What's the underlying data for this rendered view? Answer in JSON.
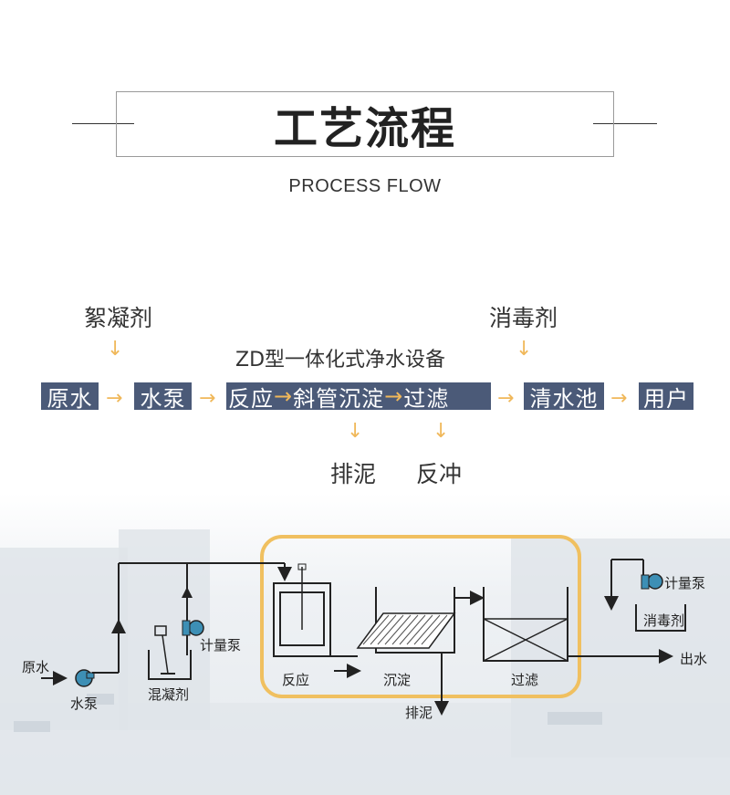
{
  "header": {
    "title": "工艺流程",
    "subtitle": "PROCESS FLOW"
  },
  "flow": {
    "top_left_chemical": "絮凝剂",
    "top_right_chemical": "消毒剂",
    "equipment_caption": "ZD型一体化式净水设备",
    "steps": [
      "原水",
      "水泵",
      "反应",
      "斜管沉淀",
      "过滤",
      "清水池",
      "用户"
    ],
    "outputs": [
      "排泥",
      "反冲"
    ]
  },
  "diagram": {
    "raw_water": "原水",
    "pump": "水泵",
    "coagulant": "混凝剂",
    "dosing_pump_left": "计量泵",
    "reaction": "反应",
    "sedimentation": "沉淀",
    "filtration": "过滤",
    "sludge": "排泥",
    "dosing_pump_right": "计量泵",
    "disinfectant": "消毒剂",
    "outlet": "出水"
  },
  "colors": {
    "box": "#4b5a78",
    "arrow": "#f0b85a",
    "highlight": "#f0c060",
    "pump": "#3d8fb5"
  }
}
